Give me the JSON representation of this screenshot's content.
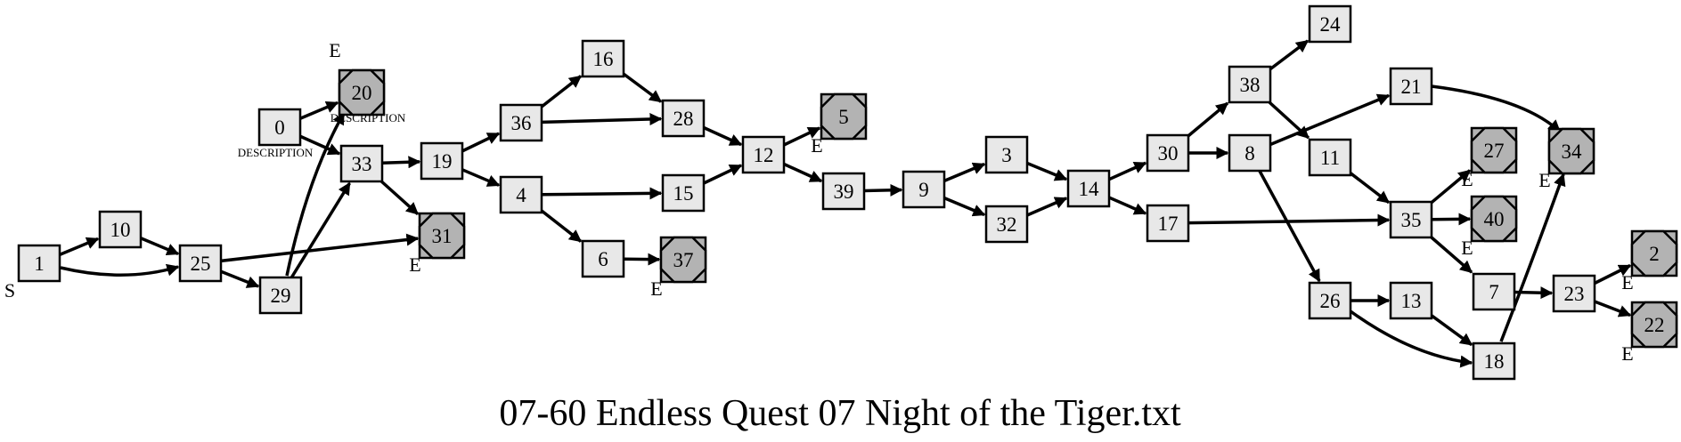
{
  "title": "07-60 Endless Quest 07 Night of the Tiger.txt",
  "nodes": [
    {
      "id": "0"
    },
    {
      "id": "1"
    },
    {
      "id": "10"
    },
    {
      "id": "25"
    },
    {
      "id": "29"
    },
    {
      "id": "20",
      "end": true
    },
    {
      "id": "33"
    },
    {
      "id": "31",
      "end": true
    },
    {
      "id": "19"
    },
    {
      "id": "36"
    },
    {
      "id": "4"
    },
    {
      "id": "16"
    },
    {
      "id": "28"
    },
    {
      "id": "15"
    },
    {
      "id": "6"
    },
    {
      "id": "37",
      "end": true
    },
    {
      "id": "12"
    },
    {
      "id": "5",
      "end": true
    },
    {
      "id": "39"
    },
    {
      "id": "9"
    },
    {
      "id": "3"
    },
    {
      "id": "32"
    },
    {
      "id": "14"
    },
    {
      "id": "30"
    },
    {
      "id": "17"
    },
    {
      "id": "38"
    },
    {
      "id": "8"
    },
    {
      "id": "24"
    },
    {
      "id": "21"
    },
    {
      "id": "11"
    },
    {
      "id": "26"
    },
    {
      "id": "35"
    },
    {
      "id": "13"
    },
    {
      "id": "18"
    },
    {
      "id": "27",
      "end": true
    },
    {
      "id": "40",
      "end": true
    },
    {
      "id": "7"
    },
    {
      "id": "34",
      "end": true
    },
    {
      "id": "23"
    },
    {
      "id": "2",
      "end": true
    },
    {
      "id": "22",
      "end": true
    }
  ],
  "edges": [
    [
      "1",
      "10"
    ],
    [
      "1",
      "25"
    ],
    [
      "10",
      "25"
    ],
    [
      "25",
      "29"
    ],
    [
      "25",
      "31"
    ],
    [
      "0",
      "20"
    ],
    [
      "0",
      "33"
    ],
    [
      "29",
      "20"
    ],
    [
      "29",
      "33"
    ],
    [
      "33",
      "19"
    ],
    [
      "33",
      "31"
    ],
    [
      "19",
      "36"
    ],
    [
      "19",
      "4"
    ],
    [
      "36",
      "16"
    ],
    [
      "36",
      "28"
    ],
    [
      "16",
      "28"
    ],
    [
      "4",
      "15"
    ],
    [
      "4",
      "6"
    ],
    [
      "6",
      "37"
    ],
    [
      "28",
      "12"
    ],
    [
      "15",
      "12"
    ],
    [
      "12",
      "5"
    ],
    [
      "12",
      "39"
    ],
    [
      "39",
      "9"
    ],
    [
      "9",
      "3"
    ],
    [
      "9",
      "32"
    ],
    [
      "3",
      "14"
    ],
    [
      "32",
      "14"
    ],
    [
      "14",
      "30"
    ],
    [
      "14",
      "17"
    ],
    [
      "30",
      "38"
    ],
    [
      "30",
      "8"
    ],
    [
      "38",
      "24"
    ],
    [
      "38",
      "11"
    ],
    [
      "8",
      "21"
    ],
    [
      "8",
      "26"
    ],
    [
      "21",
      "34"
    ],
    [
      "11",
      "35"
    ],
    [
      "17",
      "35"
    ],
    [
      "35",
      "27"
    ],
    [
      "35",
      "40"
    ],
    [
      "35",
      "7"
    ],
    [
      "7",
      "23"
    ],
    [
      "23",
      "2"
    ],
    [
      "23",
      "22"
    ],
    [
      "26",
      "13"
    ],
    [
      "26",
      "18"
    ],
    [
      "13",
      "18"
    ],
    [
      "18",
      "34"
    ]
  ],
  "marks": [
    {
      "node": "1",
      "text": "S"
    },
    {
      "node": "20",
      "text": "E"
    },
    {
      "node": "31",
      "text": "E"
    },
    {
      "node": "37",
      "text": "E"
    },
    {
      "node": "5",
      "text": "E"
    },
    {
      "node": "27",
      "text": "E"
    },
    {
      "node": "40",
      "text": "E"
    },
    {
      "node": "34",
      "text": "E"
    },
    {
      "node": "2",
      "text": "E"
    },
    {
      "node": "22",
      "text": "E"
    }
  ],
  "annotations": [
    {
      "node": "0",
      "text": "DESCRIPTION"
    },
    {
      "node": "20",
      "text": "DESCRIPTION"
    }
  ]
}
